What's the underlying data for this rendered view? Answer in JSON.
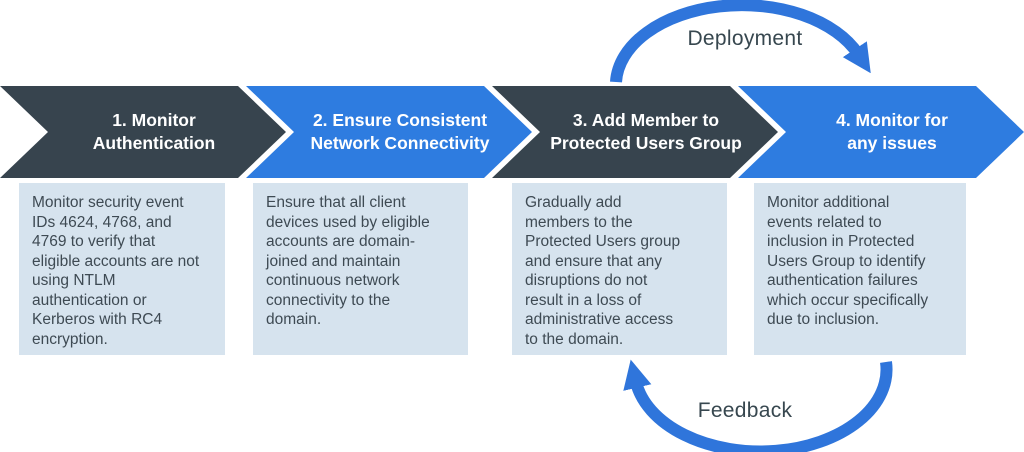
{
  "cycle": {
    "deployment_label": "Deployment",
    "feedback_label": "Feedback"
  },
  "steps": [
    {
      "style": "dark",
      "title_lines": [
        "1. Monitor",
        "Authentication"
      ],
      "description": "Monitor security event IDs 4624, 4768, and 4769 to verify that eligible accounts are not using NTLM authentication or Kerberos with RC4 encryption."
    },
    {
      "style": "blue",
      "title_lines": [
        "2. Ensure Consistent",
        "Network Connectivity"
      ],
      "description": "Ensure that all client devices used by eligible accounts are domain-joined and maintain continuous network connectivity to the domain."
    },
    {
      "style": "dark",
      "title_lines": [
        "3. Add Member to",
        "Protected Users Group"
      ],
      "description": "Gradually add members to the Protected Users group and ensure that any disruptions do not result in a loss of administrative access to the domain."
    },
    {
      "style": "blue",
      "title_lines": [
        "4. Monitor for",
        "any issues"
      ],
      "description": "Monitor additional events related to inclusion in Protected Users Group to identify authentication failures which occur specifically due to inclusion."
    }
  ],
  "colors": {
    "dark_chevron": "#37444E",
    "blue_chevron": "#2E7CE0",
    "arrow_blue": "#2F75DB",
    "box_background": "#D6E3EE",
    "box_text": "#3E4A53",
    "label_text": "#37474F",
    "title_text": "#FFFFFF"
  }
}
